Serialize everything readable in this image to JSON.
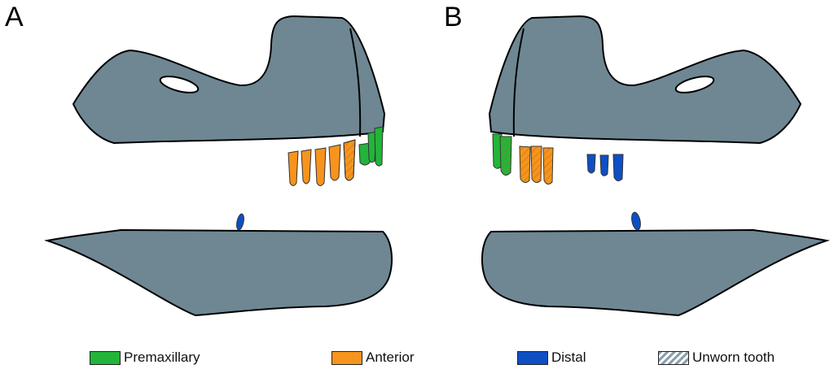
{
  "panels": [
    {
      "label": "A"
    },
    {
      "label": "B"
    }
  ],
  "colors": {
    "bone": "#6e8793",
    "premaxillary": "#22b53a",
    "anterior": "#f7941d",
    "distal": "#0f4fc4",
    "unworn": "#c8d3d8"
  },
  "legend": [
    {
      "label": "Premaxillary",
      "color": "#22b53a"
    },
    {
      "label": "Anterior",
      "color": "#f7941d"
    },
    {
      "label": "Distal",
      "color": "#0f4fc4"
    },
    {
      "label": "Unworn tooth",
      "pattern": "hatched"
    }
  ]
}
